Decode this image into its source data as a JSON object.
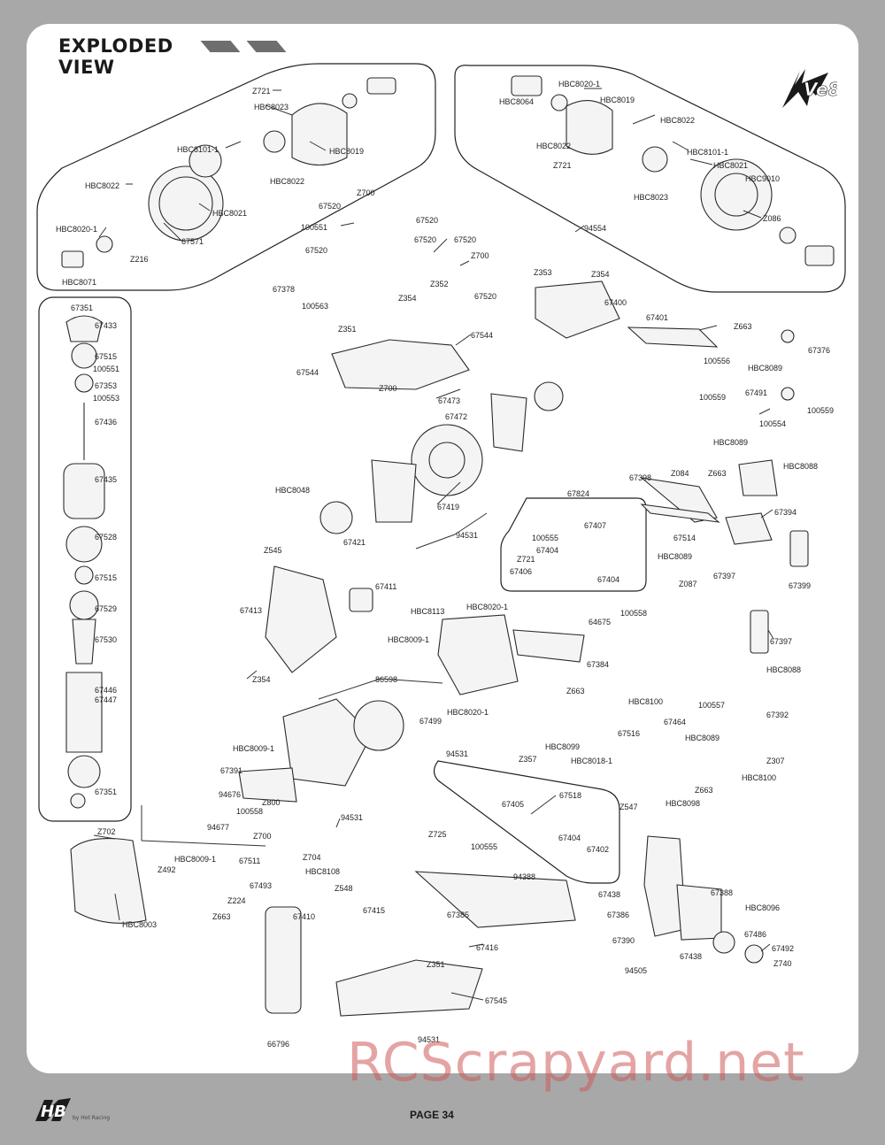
{
  "header": {
    "title_line1": "EXPLODED",
    "title_line2": "VIEW"
  },
  "footer": {
    "page_label": "PAGE 34",
    "brand_logo_text": "HB",
    "brand_logo_subtext": "by Hot Racing"
  },
  "model_logo_text": "Ve8",
  "watermark": "RCScrapyard.net",
  "colors": {
    "background": "#a8a8a8",
    "panel": "#ffffff",
    "line": "#222222",
    "watermark": "#cd5a5a"
  },
  "part_labels": [
    "Z721",
    "HBC8023",
    "HBC8101-1",
    "HBC8019",
    "HBC8022",
    "HBC8022",
    "HBC8021",
    "HBC8020-1",
    "Z216",
    "67571",
    "HBC8071",
    "HBC8020-1",
    "HBC8064",
    "HBC8019",
    "HBC8022",
    "HBC8022",
    "HBC8101-1",
    "Z721",
    "HBC8021",
    "HBC9010",
    "HBC8023",
    "Z086",
    "Z700",
    "67520",
    "100551",
    "67520",
    "67520",
    "67520",
    "67520",
    "Z700",
    "Z352",
    "67520",
    "67378",
    "100563",
    "94554",
    "Z353",
    "Z354",
    "67400",
    "67401",
    "Z663",
    "67376",
    "100556",
    "HBC8089",
    "100559",
    "67491",
    "100559",
    "100554",
    "67351",
    "67433",
    "67515",
    "100551",
    "67353",
    "100553",
    "67436",
    "67435",
    "67528",
    "67515",
    "67529",
    "67530",
    "67446",
    "67447",
    "67351",
    "Z351",
    "67544",
    "Z354",
    "67544",
    "Z700",
    "67473",
    "67472",
    "HBC8048",
    "67419",
    "67421",
    "Z545",
    "94531",
    "67824",
    "67407",
    "100555",
    "67404",
    "Z721",
    "67406",
    "67404",
    "HBC8089",
    "HBC8088",
    "67398",
    "Z084",
    "Z663",
    "67394",
    "67514",
    "HBC8089",
    "67397",
    "Z087",
    "67399",
    "67397",
    "HBC8088",
    "67411",
    "67413",
    "HBC8113",
    "HBC8020-1",
    "100558",
    "64675",
    "HBC8009-1",
    "67384",
    "86598",
    "Z354",
    "67499",
    "HBC8020-1",
    "Z663",
    "HBC8100",
    "100557",
    "67464",
    "67516",
    "HBC8089",
    "67392",
    "HBC8099",
    "HBC8018-1",
    "94531",
    "Z357",
    "Z307",
    "HBC8100",
    "Z663",
    "Z547",
    "HBC8098",
    "HBC8009-1",
    "67391",
    "94676",
    "Z800",
    "100558",
    "94531",
    "94677",
    "Z700",
    "Z702",
    "HBC8009-1",
    "67511",
    "Z704",
    "Z492",
    "HBC8108",
    "HBC8003",
    "67518",
    "67405",
    "Z725",
    "100555",
    "67404",
    "67402",
    "94388",
    "67493",
    "Z548",
    "Z224",
    "Z663",
    "67410",
    "67415",
    "67385",
    "67416",
    "Z351",
    "67545",
    "94531",
    "66796",
    "67438",
    "67388",
    "67386",
    "HBC8096",
    "67486",
    "67390",
    "67438",
    "67492",
    "Z740",
    "94505"
  ]
}
